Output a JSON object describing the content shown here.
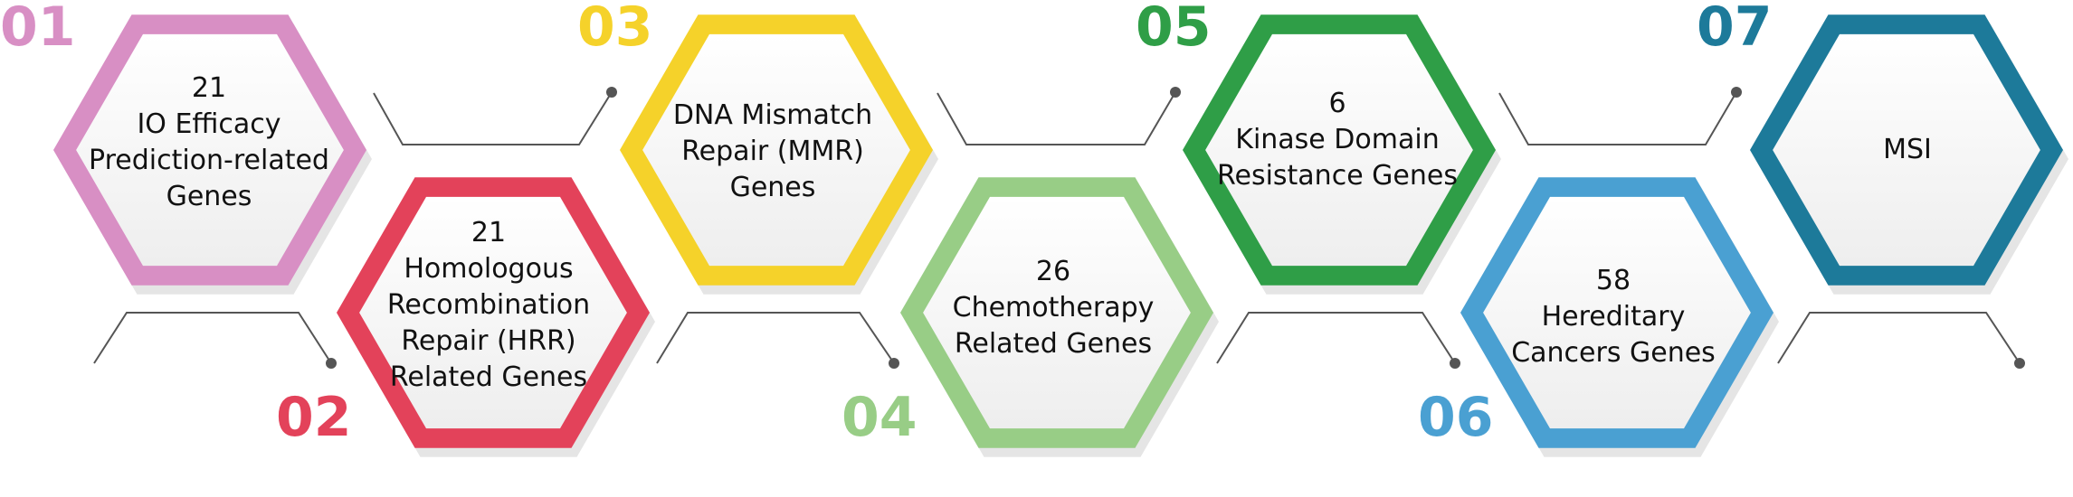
{
  "colors": {
    "c01": "#d88fc4",
    "c02": "#e3425a",
    "c03": "#f5d22a",
    "c04": "#98cd86",
    "c05": "#2f9e47",
    "c06": "#4aa0d2",
    "c07": "#1d7a9a"
  },
  "items": [
    {
      "number": "01",
      "lines": [
        "21",
        "IO Efficacy",
        "Prediction-related",
        "Genes"
      ]
    },
    {
      "number": "02",
      "lines": [
        "21",
        "Homologous",
        "Recombination",
        "Repair (HRR)",
        "Related Genes"
      ]
    },
    {
      "number": "03",
      "lines": [
        "DNA Mismatch",
        "Repair (MMR)",
        "Genes"
      ]
    },
    {
      "number": "04",
      "lines": [
        "26",
        "Chemotherapy",
        "Related Genes"
      ]
    },
    {
      "number": "05",
      "lines": [
        "6",
        "Kinase Domain",
        "Resistance Genes"
      ]
    },
    {
      "number": "06",
      "lines": [
        "58",
        "Hereditary",
        "Cancers Genes"
      ]
    },
    {
      "number": "07",
      "lines": [
        "MSI"
      ]
    }
  ]
}
